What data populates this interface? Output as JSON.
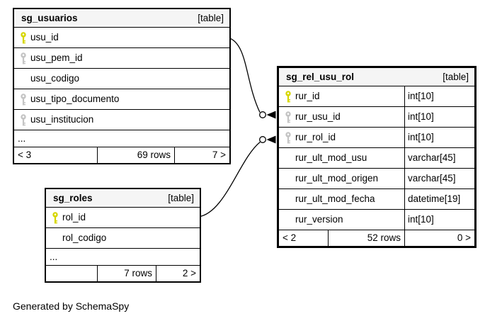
{
  "diagram": {
    "generated_by": "Generated by SchemaSpy"
  },
  "colors": {
    "primary_key": "#d6d600",
    "foreign_key": "#c4c4c4",
    "header_bg": "#f5f5f5",
    "line": "#000000"
  },
  "tables": [
    {
      "name": "sg_usuarios",
      "badge": "[table]",
      "columns": [
        {
          "name": "usu_id",
          "key": "primary"
        },
        {
          "name": "usu_pem_id",
          "key": "foreign"
        },
        {
          "name": "usu_codigo",
          "key": "none"
        },
        {
          "name": "usu_tipo_documento",
          "key": "foreign"
        },
        {
          "name": "usu_institucion",
          "key": "foreign"
        }
      ],
      "more_indicator": "...",
      "footer": {
        "left": "< 3",
        "center": "69 rows",
        "right": "7 >"
      }
    },
    {
      "name": "sg_rel_usu_rol",
      "badge": "[table]",
      "columns": [
        {
          "name": "rur_id",
          "type": "int[10]",
          "key": "primary"
        },
        {
          "name": "rur_usu_id",
          "type": "int[10]",
          "key": "foreign"
        },
        {
          "name": "rur_rol_id",
          "type": "int[10]",
          "key": "foreign"
        },
        {
          "name": "rur_ult_mod_usu",
          "type": "varchar[45]",
          "key": "none"
        },
        {
          "name": "rur_ult_mod_origen",
          "type": "varchar[45]",
          "key": "none"
        },
        {
          "name": "rur_ult_mod_fecha",
          "type": "datetime[19]",
          "key": "none"
        },
        {
          "name": "rur_version",
          "type": "int[10]",
          "key": "none"
        }
      ],
      "footer": {
        "left": "< 2",
        "center": "52 rows",
        "right": "0 >"
      }
    },
    {
      "name": "sg_roles",
      "badge": "[table]",
      "columns": [
        {
          "name": "rol_id",
          "key": "primary"
        },
        {
          "name": "rol_codigo",
          "key": "none"
        }
      ],
      "more_indicator": "...",
      "footer": {
        "left": "",
        "center": "7 rows",
        "right": "2 >"
      }
    }
  ]
}
